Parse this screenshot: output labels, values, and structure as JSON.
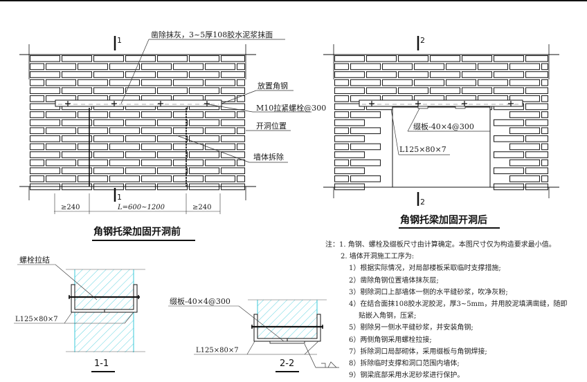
{
  "elevation_before": {
    "title": "角钢托梁加固开洞前",
    "section_mark_top": "1",
    "section_mark_bottom": "1",
    "callouts": {
      "plaster": "凿除抹灰，3~5厚108胶水泥浆抹面",
      "angle_steel": "放置角钢",
      "bolt": "M10拉紧螺栓@300",
      "opening": "开洞位置",
      "wall_removal": "墙体拆除"
    },
    "dimensions": {
      "left": "≥240",
      "middle": "L=600~1200",
      "right": "≥240"
    }
  },
  "elevation_after": {
    "title": "角钢托梁加固开洞后",
    "section_mark_top": "2",
    "section_mark_bottom": "2",
    "callouts": {
      "batten_plate": "缀板-40×4@300",
      "angle": "L125×80×7"
    }
  },
  "section_1_1": {
    "title": "1-1",
    "callouts": {
      "bolt_tie": "螺栓拉结",
      "angle": "L125×80×7"
    }
  },
  "section_2_2": {
    "title": "2-2",
    "callouts": {
      "batten_plate": "缀板-40×4@300",
      "angle": "L125×80×7"
    }
  },
  "notes": {
    "prefix": "注：",
    "items": [
      "1. 角钢、螺栓及缀板尺寸由计算确定。本图尺寸仅为构造要求最小值。",
      "2. 墙体开洞施工工序为:"
    ],
    "steps": [
      "1）根据实际情况，对局部楼板采取临时支撑措施;",
      "2）凿除角钢位置墙体抹灰层;",
      "3）剔除洞口上部墙体一侧的水平缝砂浆，吹净灰粉;",
      "4）在结合面抹108胶水泥胶泥，厚3~5mm，并用胶泥填满凿缝，随即",
      "贴嵌入角钢，压紧;",
      "5）剔除另一侧水平缝砂浆，并安装角钢;",
      "6）两侧角钢采用螺栓拉接;",
      "7）拆除洞口局部砌体，采用缀板与角钢焊接;",
      "8）拆除临时支撑和洞口范围内墙体;",
      "9）钢梁底部采用水泥砂浆进行保护。"
    ]
  },
  "colors": {
    "line": "#1a1a1a",
    "hatch": "#38c8d8",
    "background": "#ffffff"
  }
}
